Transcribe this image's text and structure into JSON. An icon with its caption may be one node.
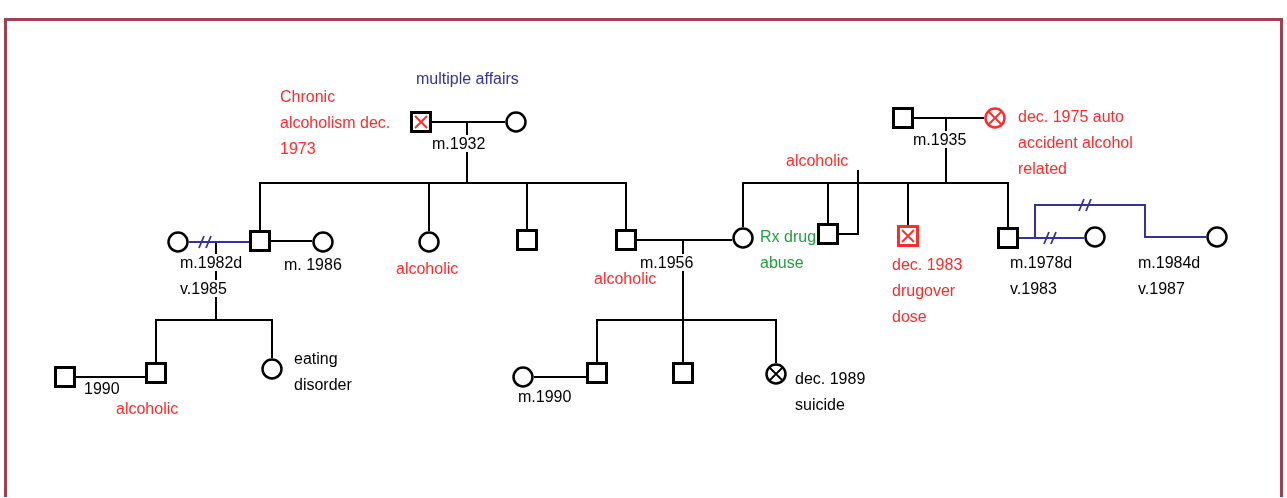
{
  "diagram": {
    "nodes": [
      {
        "text": [],
        "shape": "box",
        "beside": [
          "Chronic alcoholism dec. 1973",
          "multiple affairs"
        ]
      },
      {
        "text": [],
        "shape": "circle"
      },
      {
        "text": [],
        "shape": "box"
      },
      {
        "text": [],
        "shape": "circle",
        "beside": [
          "dec. 1975 auto accident alcohol related"
        ]
      },
      {
        "text": [],
        "shape": "circle"
      },
      {
        "text": [],
        "shape": "box"
      },
      {
        "text": [],
        "shape": "circle"
      },
      {
        "text": [],
        "shape": "circle",
        "beside": [
          "alcoholic"
        ]
      },
      {
        "text": [],
        "shape": "box"
      },
      {
        "text": [],
        "shape": "box",
        "beside": [
          "alcoholic"
        ]
      },
      {
        "text": [],
        "shape": "circle",
        "beside": [
          "Rx drug abuse"
        ]
      },
      {
        "text": [],
        "shape": "box"
      },
      {
        "text": [],
        "shape": "box",
        "beside": [
          "dec. 1983 drugover dose"
        ]
      },
      {
        "text": [],
        "shape": "box"
      },
      {
        "text": [],
        "shape": "circle"
      },
      {
        "text": [],
        "shape": "circle"
      },
      {
        "text": [],
        "shape": "box"
      },
      {
        "text": [],
        "shape": "box",
        "beside": [
          "alcoholic"
        ]
      },
      {
        "text": [],
        "shape": "circle",
        "beside": [
          "eating disorder"
        ]
      },
      {
        "text": [],
        "shape": "circle"
      },
      {
        "text": [],
        "shape": "box"
      },
      {
        "text": [],
        "shape": "box"
      },
      {
        "text": [],
        "shape": "circle",
        "beside": [
          "dec. 1989 suicide"
        ]
      },
      {
        "text": [
          "alcoholic"
        ]
      }
    ],
    "edges": [
      {
        "from": 0,
        "to": 1,
        "arrow": "none",
        "label": "m.1932"
      },
      {
        "from": 2,
        "to": 3,
        "arrow": "none",
        "label": "m.1935"
      },
      {
        "from": 4,
        "to": 5,
        "arrow": "none",
        "label": "m.1982d v.1985",
        "color": "#333399"
      },
      {
        "from": 5,
        "to": 6,
        "arrow": "none",
        "label": "m. 1986"
      },
      {
        "from": 9,
        "to": 10,
        "arrow": "none",
        "label": "m.1956"
      },
      {
        "from": 13,
        "to": 14,
        "arrow": "none",
        "label": "m.1978d v.1983",
        "color": "#333399"
      },
      {
        "from": 13,
        "to": 15,
        "arrow": "none",
        "label": "m.1984d v.1987",
        "color": "#333399"
      },
      {
        "from": 16,
        "to": 17,
        "arrow": "none",
        "label": "1990"
      },
      {
        "from": 19,
        "to": 20,
        "arrow": "none",
        "label": "m.1990"
      },
      {
        "from": 0,
        "to": 5,
        "arrow": "none"
      },
      {
        "from": 1,
        "to": 5,
        "arrow": "none"
      },
      {
        "from": 0,
        "to": 7,
        "arrow": "none"
      },
      {
        "from": 1,
        "to": 7,
        "arrow": "none"
      },
      {
        "from": 0,
        "to": 8,
        "arrow": "none"
      },
      {
        "from": 1,
        "to": 8,
        "arrow": "none"
      },
      {
        "from": 0,
        "to": 9,
        "arrow": "none"
      },
      {
        "from": 1,
        "to": 9,
        "arrow": "none"
      },
      {
        "from": 2,
        "to": 10,
        "arrow": "none"
      },
      {
        "from": 3,
        "to": 10,
        "arrow": "none"
      },
      {
        "from": 2,
        "to": 11,
        "arrow": "none"
      },
      {
        "from": 3,
        "to": 11,
        "arrow": "none"
      },
      {
        "from": 2,
        "to": 12,
        "arrow": "none"
      },
      {
        "from": 3,
        "to": 12,
        "arrow": "none"
      },
      {
        "from": 2,
        "to": 13,
        "arrow": "none"
      },
      {
        "from": 3,
        "to": 13,
        "arrow": "none"
      },
      {
        "from": 4,
        "to": 17,
        "arrow": "none"
      },
      {
        "from": 5,
        "to": 17,
        "arrow": "none"
      },
      {
        "from": 4,
        "to": 18,
        "arrow": "none"
      },
      {
        "from": 5,
        "to": 18,
        "arrow": "none"
      },
      {
        "from": 9,
        "to": 20,
        "arrow": "none"
      },
      {
        "from": 10,
        "to": 20,
        "arrow": "none"
      },
      {
        "from": 9,
        "to": 21,
        "arrow": "none"
      },
      {
        "from": 10,
        "to": 21,
        "arrow": "none"
      },
      {
        "from": 9,
        "to": 22,
        "arrow": "none"
      },
      {
        "from": 10,
        "to": 22,
        "arrow": "none"
      },
      {
        "from": 23,
        "to": 11,
        "arrow": "none"
      }
    ]
  }
}
